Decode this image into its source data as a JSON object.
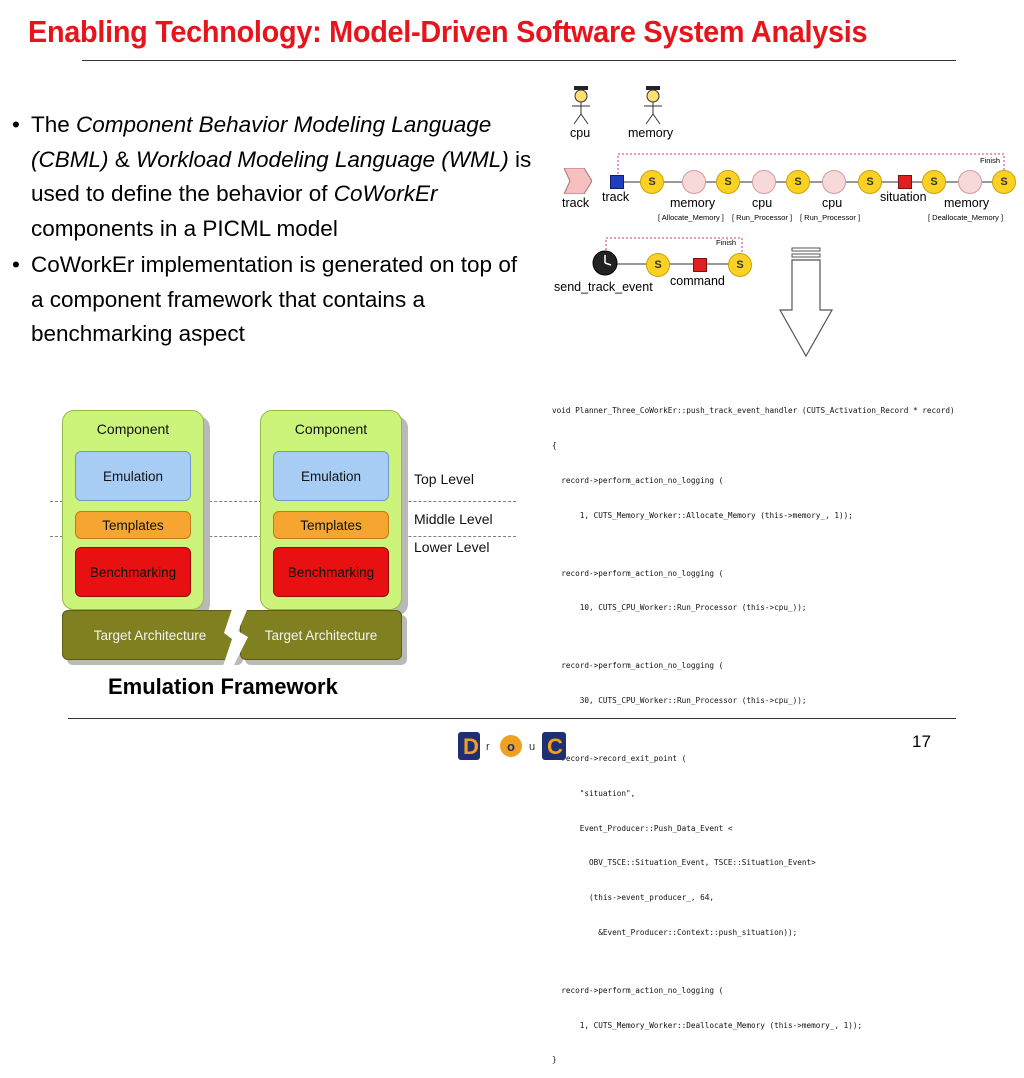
{
  "slide": {
    "title": "Enabling Technology: Model-Driven Software System Analysis",
    "page_number": "17"
  },
  "bullets": [
    {
      "marker": "•",
      "parts": {
        "a": "The ",
        "b": "Component Behavior Modeling Language (CBML)",
        "c": " & ",
        "d": "Workload Modeling Language (WML)",
        "e": " is used to define the behavior of ",
        "f": "CoWorkEr",
        "g": " components in a PICML model"
      }
    },
    {
      "marker": "•",
      "text": "CoWorkEr implementation is generated on top of a component framework that contains a benchmarking aspect"
    }
  ],
  "framework": {
    "caption": "Emulation Framework",
    "stack_title": "Component",
    "emulation": "Emulation",
    "templates": "Templates",
    "benchmarking": "Benchmarking",
    "target": "Target Architecture",
    "levels": [
      "Top Level",
      "Middle Level",
      "Lower Level"
    ],
    "colors": {
      "stack": "#ccf47a",
      "emulation": "#a8cdf5",
      "templates": "#f6a531",
      "benchmarking": "#e81010",
      "target": "#808020"
    }
  },
  "model": {
    "actors": [
      "cpu",
      "memory"
    ],
    "state_symbol": "S",
    "finish": "Finish",
    "row1": {
      "input": "track",
      "labels": [
        "track",
        "memory",
        "cpu",
        "cpu",
        "situation",
        "memory"
      ],
      "actions": [
        "[ Allocate_Memory ]",
        "[ Run_Processor ]",
        "[ Run_Processor ]",
        "[ Deallocate_Memory ]"
      ]
    },
    "row2": {
      "input": "send_track_event",
      "label": "command"
    }
  },
  "code": {
    "lines": [
      "void Planner_Three_CoWorkEr::push_track_event_handler (CUTS_Activation_Record * record)",
      "{",
      "  record->perform_action_no_logging (",
      "      1, CUTS_Memory_Worker::Allocate_Memory (this->memory_, 1));",
      "",
      "  record->perform_action_no_logging (",
      "      10, CUTS_CPU_Worker::Run_Processor (this->cpu_));",
      "",
      "  record->perform_action_no_logging (",
      "      30, CUTS_CPU_Worker::Run_Processor (this->cpu_));",
      "",
      "  record->record_exit_point (",
      "      \"situation\",",
      "      Event_Producer::Push_Data_Event <",
      "        OBV_TSCE::Situation_Event, TSCE::Situation_Event>",
      "        (this->event_producer_, 64,",
      "          &Event_Producer::Context::push_situation));",
      "",
      "  record->perform_action_no_logging (",
      "      1, CUTS_Memory_Worker::Deallocate_Memory (this->memory_, 1));",
      "}"
    ]
  },
  "logo": {
    "letters": [
      "D",
      "r",
      "o",
      "u",
      "C"
    ],
    "text": "DrOuC"
  }
}
